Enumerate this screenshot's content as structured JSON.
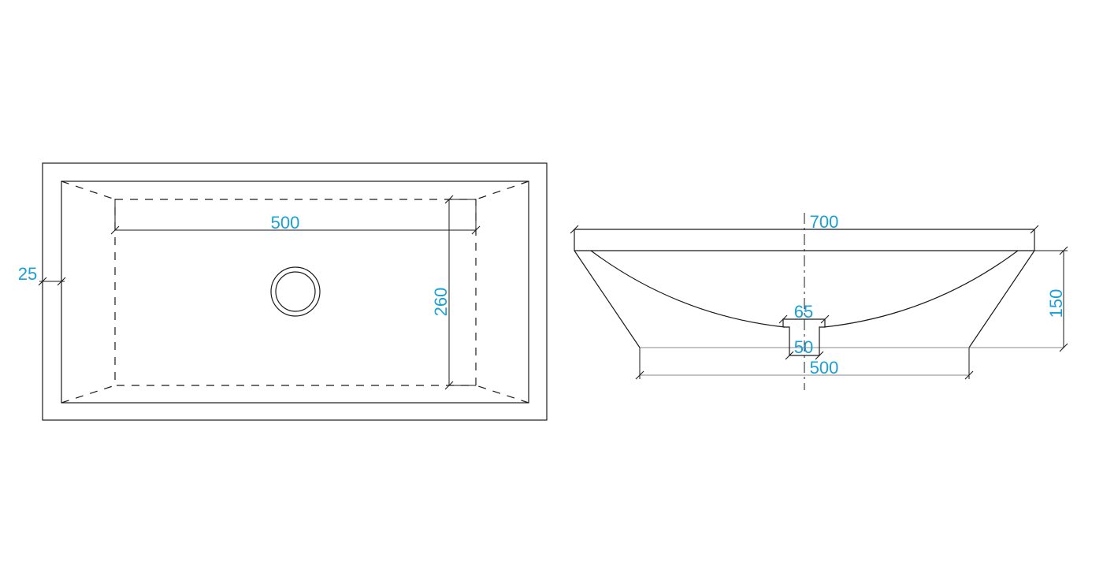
{
  "plan_view": {
    "dim_length": "500",
    "dim_width": "260",
    "dim_rim": "25"
  },
  "section_view": {
    "dim_top": "700",
    "dim_height": "150",
    "dim_drain_top": "65",
    "dim_drain_bottom": "50",
    "dim_base": "500"
  },
  "colors": {
    "dimension_text": "#1aa0d6",
    "lines": "#1a1a1a"
  }
}
